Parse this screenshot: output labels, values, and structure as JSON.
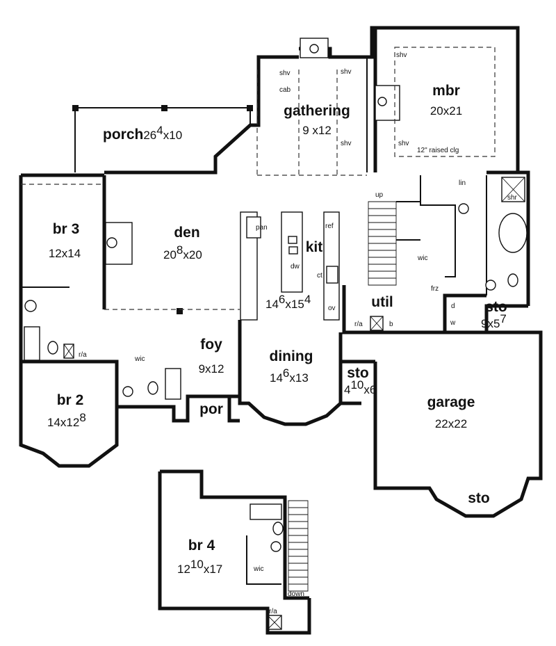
{
  "rooms": {
    "porch": {
      "name": "porch",
      "dim_main": "26",
      "dim_sup": "4",
      "dim_tail": "x10"
    },
    "gathering": {
      "name": "gathering",
      "dim": "9 x12"
    },
    "mbr": {
      "name": "mbr",
      "dim": "20x21"
    },
    "br3": {
      "name": "br 3",
      "dim": "12x14"
    },
    "den": {
      "name": "den",
      "dim_main": "20",
      "dim_sup": "8",
      "dim_tail": "x20"
    },
    "kit": {
      "name": "kit",
      "dim_main": "14",
      "dim_sup": "6",
      "dim_mid": "x15",
      "dim_sup2": "4"
    },
    "util": {
      "name": "util"
    },
    "sto_util": {
      "name": "sto",
      "dim_main": "9x5",
      "dim_sup": "7"
    },
    "foy": {
      "name": "foy",
      "dim": "9x12"
    },
    "dining": {
      "name": "dining",
      "dim_main": "14",
      "dim_sup": "6",
      "dim_tail": "x13"
    },
    "sto_hall": {
      "name": "sto",
      "dim_main": "4",
      "dim_sup": "10",
      "dim_tail": "x6"
    },
    "br2": {
      "name": "br 2",
      "dim_main": "14x12",
      "dim_sup": "8"
    },
    "por": {
      "name": "por"
    },
    "garage": {
      "name": "garage",
      "dim": "22x22"
    },
    "sto_garage": {
      "name": "sto"
    },
    "br4": {
      "name": "br 4",
      "dim_main": "12",
      "dim_sup": "10",
      "dim_tail": "x17"
    }
  },
  "labels": {
    "shv": "shv",
    "cab": "cab",
    "raised_clg": "12\" raised clg",
    "lin": "lin",
    "shr": "shr",
    "up": "up",
    "pan": "pan",
    "ref": "ref",
    "dw": "dw",
    "ct": "ct",
    "ov": "ov",
    "wic": "wic",
    "frz": "frz",
    "d": "d",
    "w": "w",
    "ra": "r/a",
    "b": "b",
    "down": "down"
  }
}
